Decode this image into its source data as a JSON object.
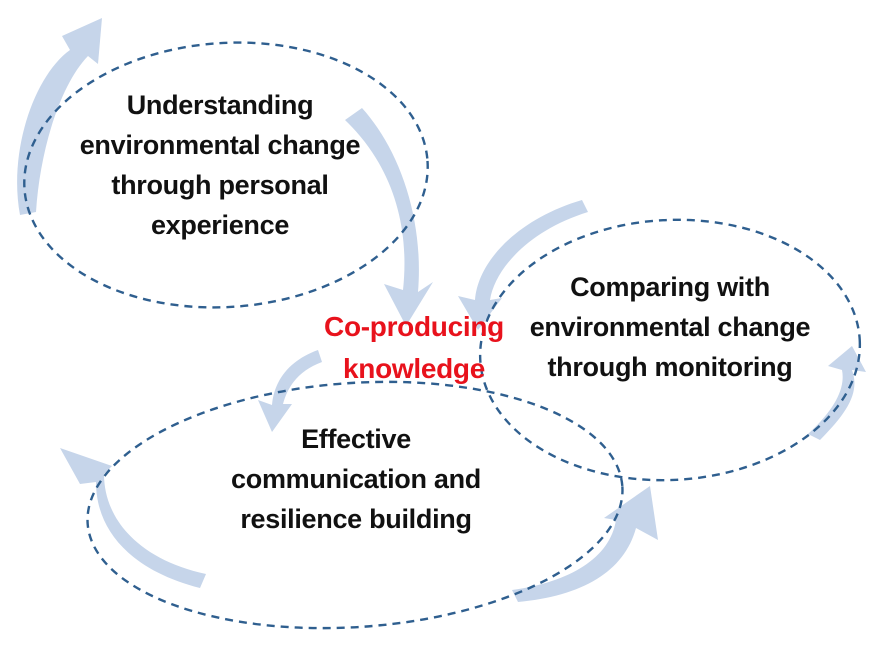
{
  "diagram": {
    "center": {
      "lines": [
        "Co-producing",
        "knowledge"
      ],
      "color": "#e8121c"
    },
    "nodes": [
      {
        "id": "understanding",
        "lines": [
          "Understanding",
          "environmental change",
          "through personal",
          "experience"
        ]
      },
      {
        "id": "comparing",
        "lines": [
          "Comparing with",
          "environmental change",
          "through monitoring"
        ]
      },
      {
        "id": "effective",
        "lines": [
          "Effective",
          "communication and",
          "resilience building"
        ]
      }
    ],
    "colors": {
      "dashed_outline": "#2f5f8f",
      "arrow_fill": "#c6d5ea",
      "text": "#111111"
    }
  }
}
